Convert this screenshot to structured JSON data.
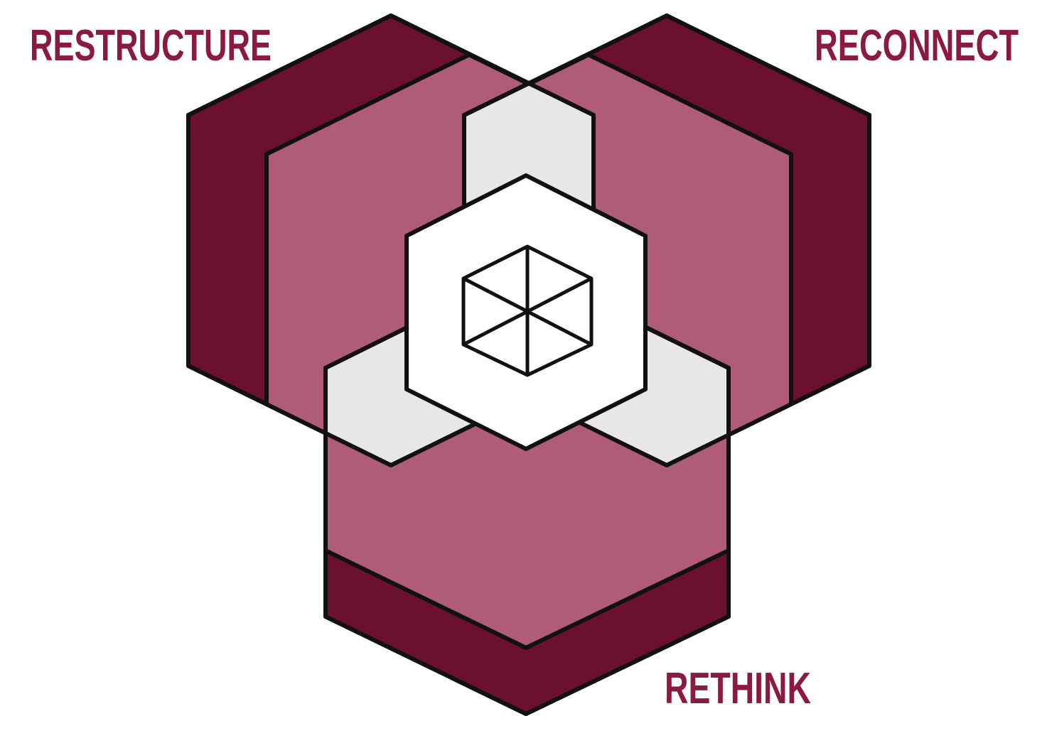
{
  "labels": {
    "top_left": "RESTRUCTURE",
    "top_right": "RECONNECT",
    "bottom": "RETHINK"
  },
  "colors": {
    "dark": "#6B1030",
    "mid": "#B05C78",
    "overlap": "#E8E6E8",
    "center": "#FFFFFF",
    "text": "#8B1A40",
    "outline": "#111111"
  }
}
